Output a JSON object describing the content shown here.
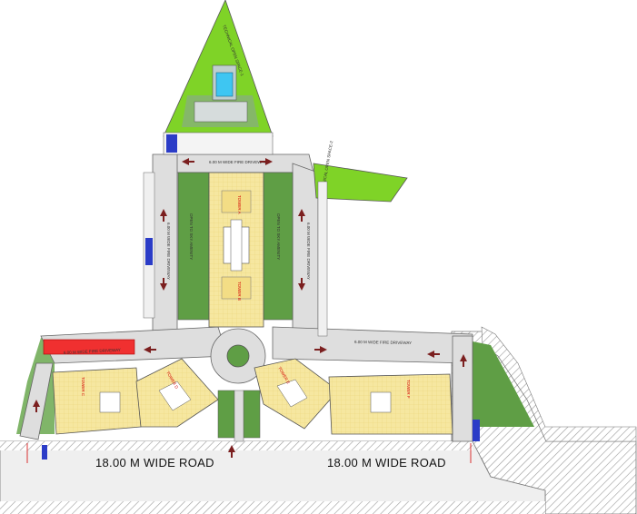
{
  "roads": {
    "left_label": "18.00 M WIDE ROAD",
    "right_label": "18.00 M WIDE ROAD"
  },
  "open_spaces": {
    "top_label": "TECHNICAL OPEN SPACE-1",
    "right_label": "TECHNICAL OPEN SPACE-2"
  },
  "tower_labels": {
    "north_upper": "TOWER A",
    "north_lower": "TOWER B",
    "sw_left": "TOWER C",
    "sw_right": "TOWER D",
    "se_left": "TOWER E",
    "se_right": "TOWER F"
  },
  "driveway_labels": {
    "top": "6.00 M WIDE FIRE DRIVEWAY",
    "left_side": "6.00 M WIDE FIRE DRIVEWAY",
    "right_side": "6.00 M WIDE FIRE DRIVEWAY",
    "bottom_left": "6.00 M WIDE FIRE DRIVEWAY",
    "bottom_right": "6.00 M WIDE FIRE DRIVEWAY"
  },
  "lawn_labels": {
    "left": "OPEN TO SKY AMENITY",
    "right": "OPEN TO SKY AMENITY"
  },
  "colors": {
    "road": "#dedede",
    "hatch": "#9a9a9a",
    "lawn": "#7fd327",
    "garden": "#5f9e45",
    "building": "#f6e7a0",
    "pool": "#3ec6f2",
    "parking": "#2b3cc7",
    "red_zone": "#f03030",
    "arrow": "#7b1f1f",
    "outline": "#555555"
  }
}
